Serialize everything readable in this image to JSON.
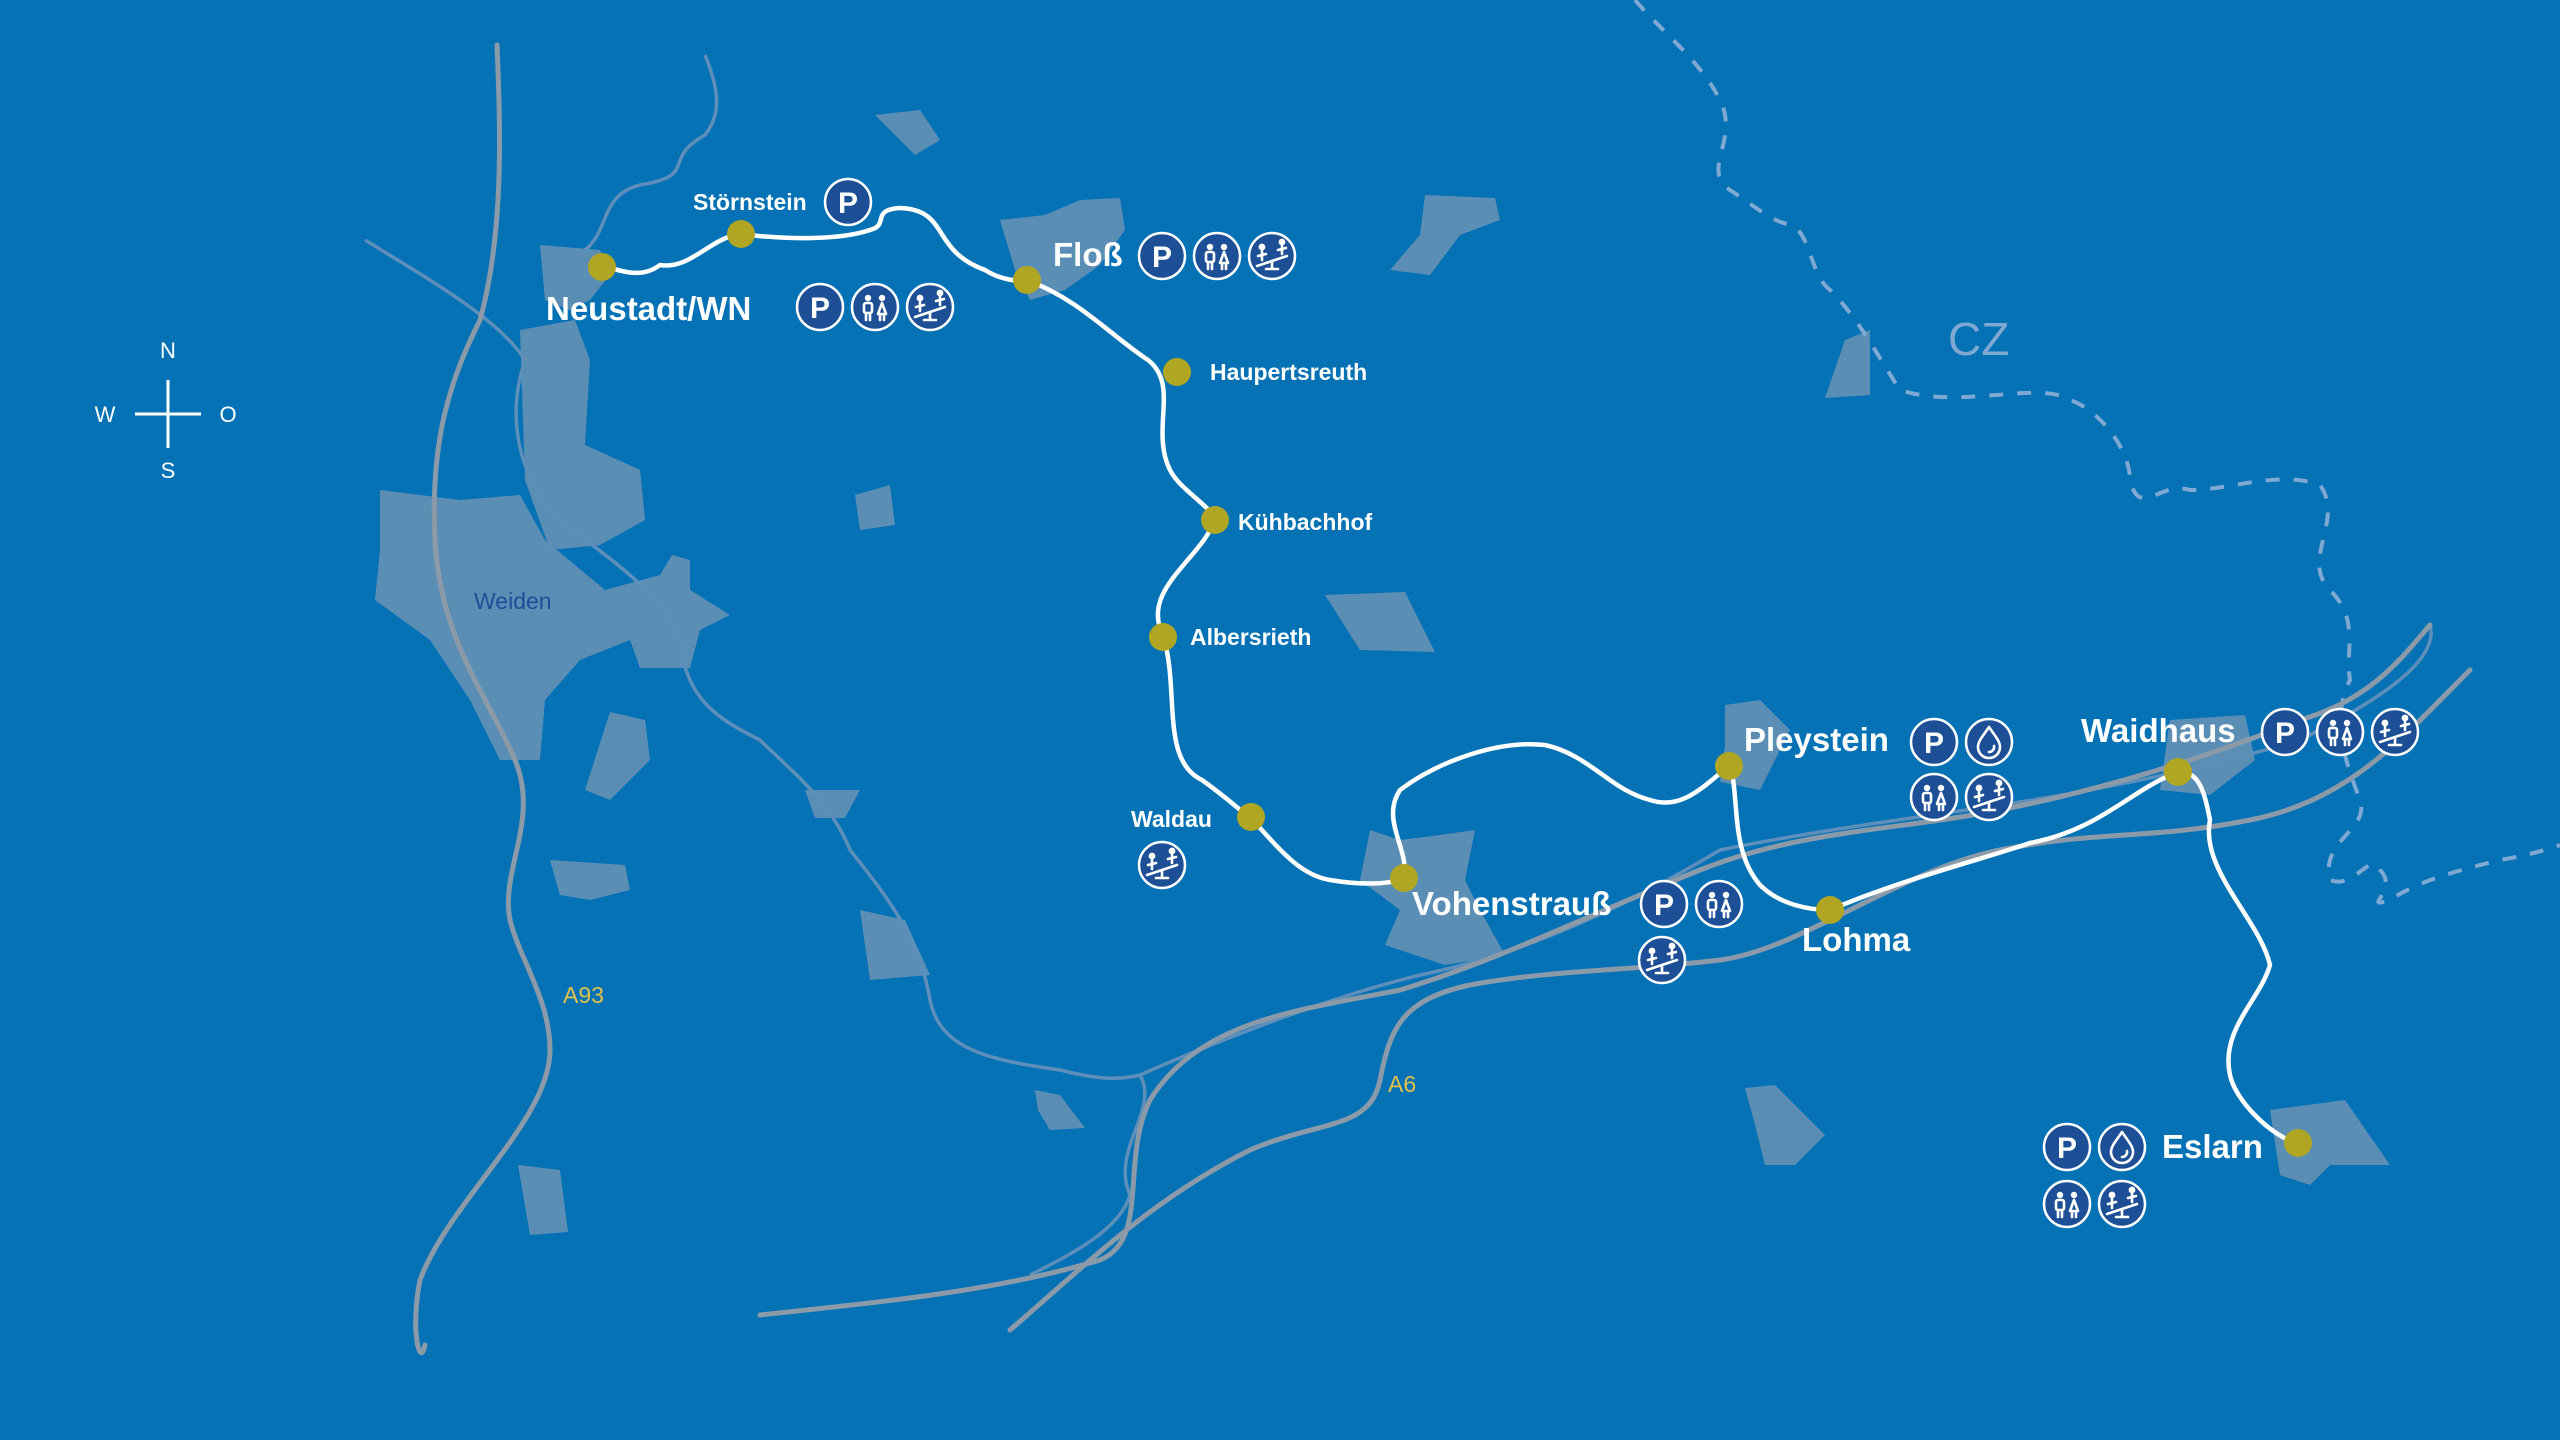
{
  "map": {
    "compass": {
      "north": "N",
      "south": "S",
      "west": "W",
      "east": "O"
    },
    "country_label": "CZ",
    "city_label": "Weiden",
    "road_labels": {
      "a93": "A93",
      "a6": "A6"
    },
    "stops": [
      {
        "name": "Neustadt/WN",
        "amenities": [
          "parking",
          "toilets",
          "playground"
        ]
      },
      {
        "name": "Störnstein",
        "amenities": [
          "parking"
        ]
      },
      {
        "name": "Floß",
        "amenities": [
          "parking",
          "toilets",
          "playground"
        ]
      },
      {
        "name": "Haupertsreuth",
        "amenities": []
      },
      {
        "name": "Kühbachhof",
        "amenities": []
      },
      {
        "name": "Albersrieth",
        "amenities": []
      },
      {
        "name": "Waldau",
        "amenities": [
          "playground"
        ]
      },
      {
        "name": "Vohenstrauß",
        "amenities": [
          "parking",
          "toilets",
          "playground"
        ]
      },
      {
        "name": "Pleystein",
        "amenities": [
          "parking",
          "water",
          "toilets",
          "playground"
        ]
      },
      {
        "name": "Lohma",
        "amenities": []
      },
      {
        "name": "Waidhaus",
        "amenities": [
          "parking",
          "toilets",
          "playground"
        ]
      },
      {
        "name": "Eslarn",
        "amenities": [
          "parking",
          "water",
          "toilets",
          "playground"
        ]
      }
    ],
    "icons": {
      "parking_letter": "P"
    },
    "colors": {
      "background": "#0572b5",
      "route": "#ffffff",
      "stop": "#b0a623",
      "icon": "#1c4f96",
      "road_label": "#e3c24a"
    }
  }
}
